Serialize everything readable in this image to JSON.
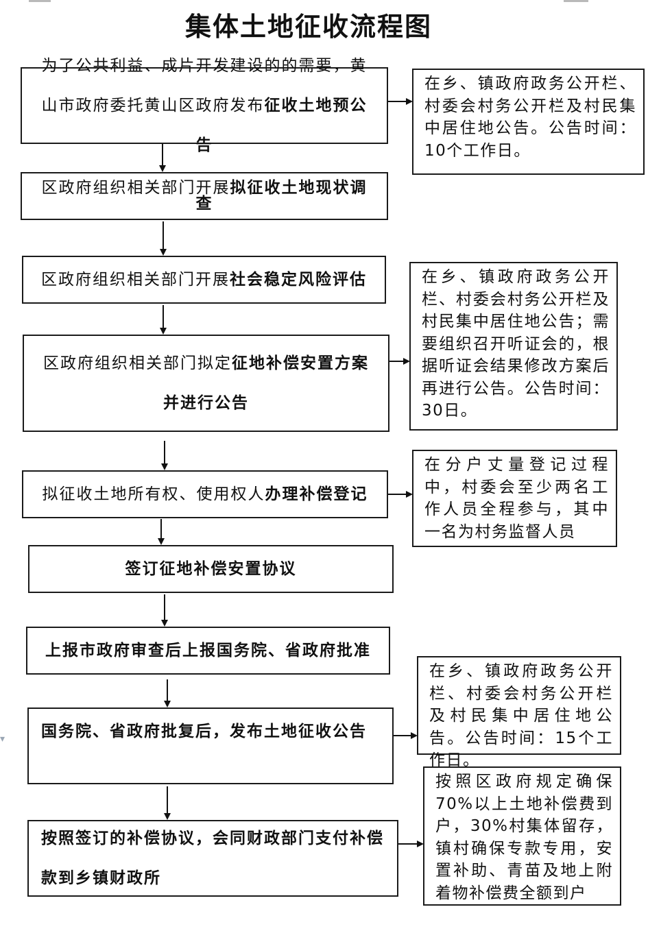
{
  "title": "集体土地征收流程图",
  "steps": [
    {
      "pre": "为了公共利益、成片开发建设的的需要，黄山市政府委托黄山区政府发布",
      "bold": "征收土地预公告",
      "post": ""
    },
    {
      "pre": "区政府组织相关部门开展",
      "bold": "拟征收土地现状调查",
      "post": ""
    },
    {
      "pre": "区政府组织相关部门开展",
      "bold": "社会稳定风险评估",
      "post": ""
    },
    {
      "pre": "区政府组织相关部门拟定",
      "bold": "征地补偿安置方案并进行公告",
      "post": ""
    },
    {
      "pre": "拟征收土地所有权、使用权人",
      "bold": "办理补偿登记",
      "post": ""
    },
    {
      "pre": "",
      "bold": "签订征地补偿安置协议",
      "post": ""
    },
    {
      "pre": "",
      "bold": "上报市政府审查后上报国务院、省政府批准",
      "post": ""
    },
    {
      "pre": "",
      "bold": "国务院、省政府批复后，发布土地征收公告",
      "post": ""
    },
    {
      "pre": "",
      "bold": "按照签订的补偿协议，会同财政部门支付补偿款到乡镇财政所",
      "post": ""
    }
  ],
  "notes": [
    "在乡、镇政府政务公开栏、村委会村务公开栏及村民集中居住地公告。公告时间：10个工作日。",
    "在乡、镇政府政务公开栏、村委会村务公开栏及村民集中居住地公告；需要组织召开听证会的，根据听证会结果修改方案后再进行公告。公告时间：30日。",
    "在分户丈量登记过程中，村委会至少两名工作人员全程参与，其中一名为村务监督人员",
    "在乡、镇政府政务公开栏、村委会村务公开栏及村民集中居住地公告。公告时间：15个工作日。",
    "按照区政府规定确保70%以上土地补偿费到户，30%村集体留存，镇村确保专款专用，安置补助、青苗及地上附着物补偿费全额到户"
  ]
}
